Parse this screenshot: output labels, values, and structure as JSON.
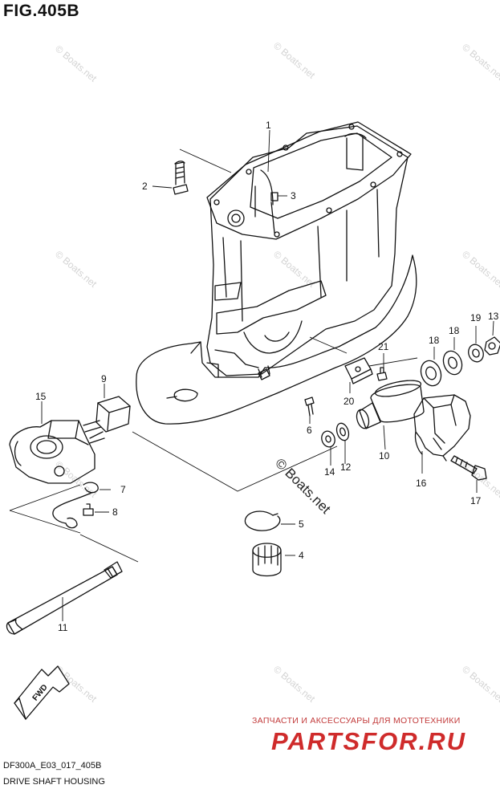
{
  "figure": {
    "title": "FIG.405B",
    "drawing_code": "DF300A_E03_017_405B",
    "caption": "DRIVE SHAFT HOUSING"
  },
  "callouts": [
    {
      "id": "c1",
      "label": "1"
    },
    {
      "id": "c2",
      "label": "2"
    },
    {
      "id": "c3",
      "label": "3"
    },
    {
      "id": "c4",
      "label": "4"
    },
    {
      "id": "c5",
      "label": "5"
    },
    {
      "id": "c6",
      "label": "6"
    },
    {
      "id": "c7",
      "label": "7"
    },
    {
      "id": "c8",
      "label": "8"
    },
    {
      "id": "c9",
      "label": "9"
    },
    {
      "id": "c10",
      "label": "10"
    },
    {
      "id": "c11",
      "label": "11"
    },
    {
      "id": "c12",
      "label": "12"
    },
    {
      "id": "c13",
      "label": "13"
    },
    {
      "id": "c14",
      "label": "14"
    },
    {
      "id": "c15",
      "label": "15"
    },
    {
      "id": "c16",
      "label": "16"
    },
    {
      "id": "c17",
      "label": "17"
    },
    {
      "id": "c18a",
      "label": "18"
    },
    {
      "id": "c18b",
      "label": "18"
    },
    {
      "id": "c19",
      "label": "19"
    },
    {
      "id": "c20",
      "label": "20"
    },
    {
      "id": "c21",
      "label": "21"
    }
  ],
  "fwd_arrow": {
    "label": "FWD"
  },
  "watermark": {
    "text": "© Boats.net"
  },
  "advert": {
    "line": "ЗАПЧАСТИ И АКСЕССУАРЫ ДЛЯ МОТОТЕХНИКИ",
    "logo": "PARTSFOR.RU"
  },
  "colors": {
    "ink": "#111111",
    "watermark": "#d4d4d4",
    "advert": "#cf2b2b"
  }
}
